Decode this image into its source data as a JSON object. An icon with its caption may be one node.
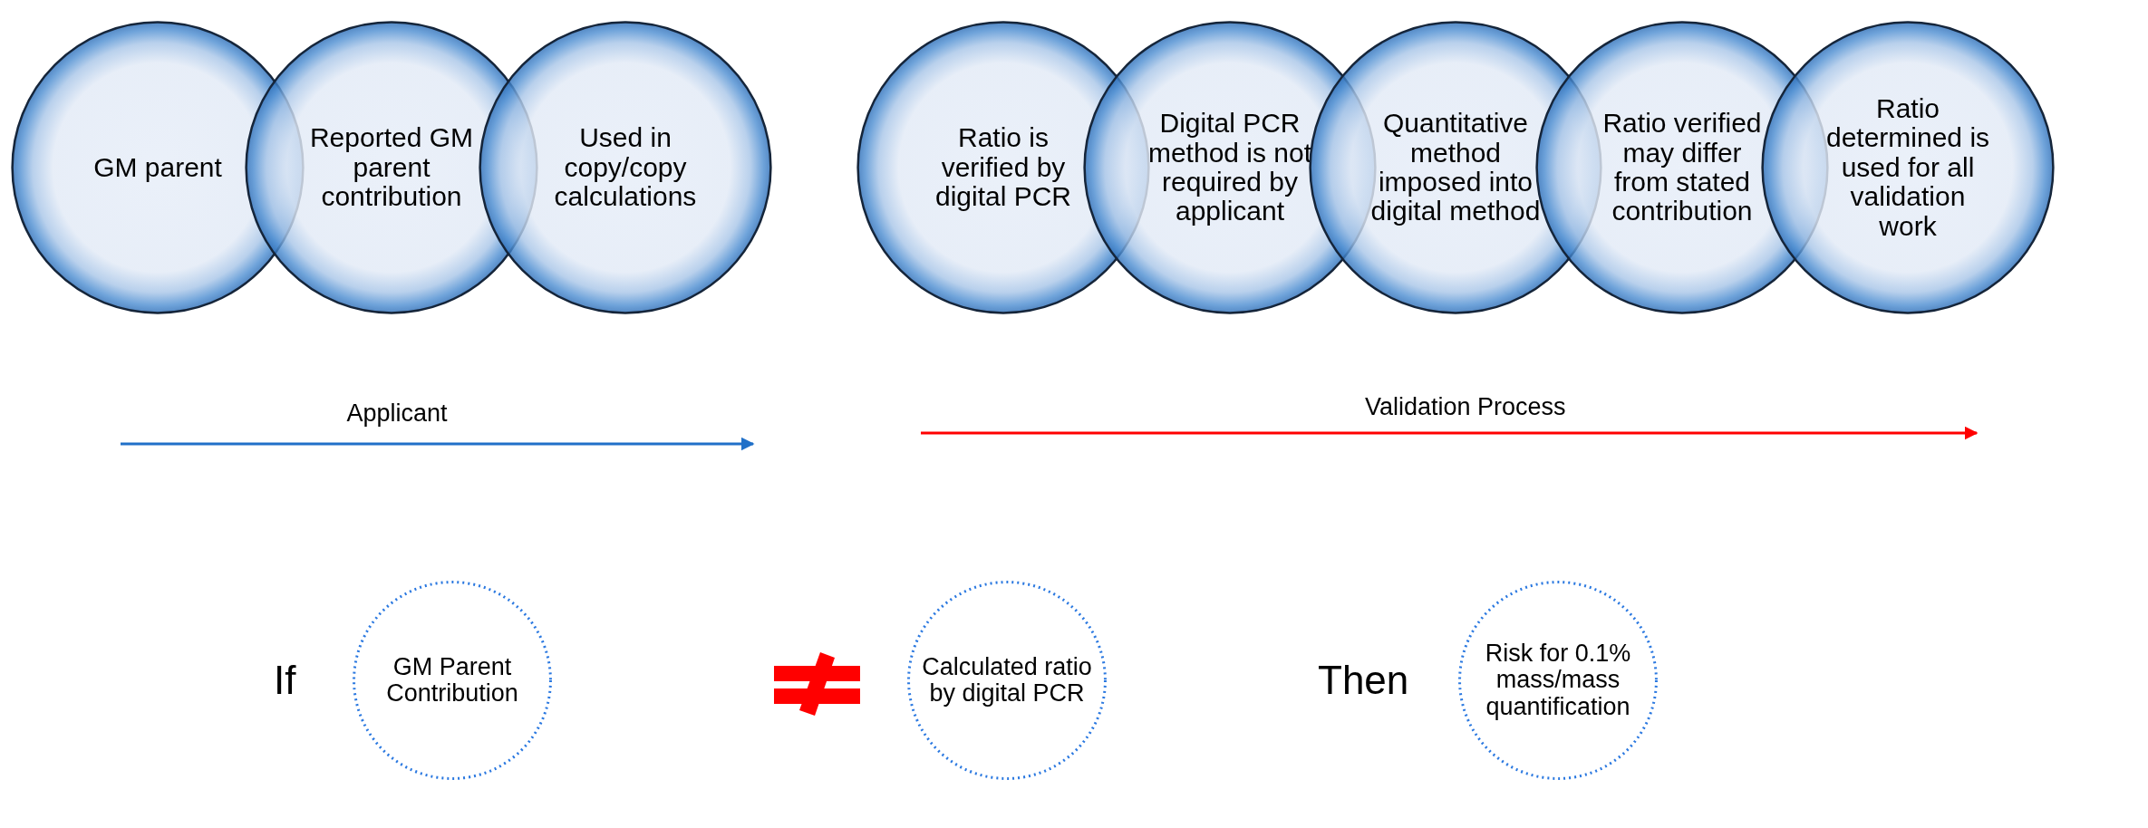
{
  "diagram": {
    "nodes": [
      {
        "text": [
          "GM parent"
        ]
      },
      {
        "text": [
          "Reported GM parent contribution"
        ]
      },
      {
        "text": [
          "Used in copy/copy calculations"
        ]
      },
      {
        "text": [
          "Ratio is verified by digital PCR"
        ]
      },
      {
        "text": [
          "Digital PCR method is not required by applicant"
        ]
      },
      {
        "text": [
          "Quantitative method imposed into digital method"
        ]
      },
      {
        "text": [
          "Ratio verified may differ from stated contribution"
        ]
      },
      {
        "text": [
          "Ratio determined is used for all validation work"
        ]
      },
      {
        "text": [
          "GM Parent Contribution"
        ]
      },
      {
        "text": [
          "Calculated ratio by digital PCR"
        ]
      },
      {
        "text": [
          "Risk for 0.1% mass/mass quantification"
        ]
      }
    ],
    "labels": [
      "Applicant",
      "Validation Process",
      "If",
      "Then"
    ]
  }
}
